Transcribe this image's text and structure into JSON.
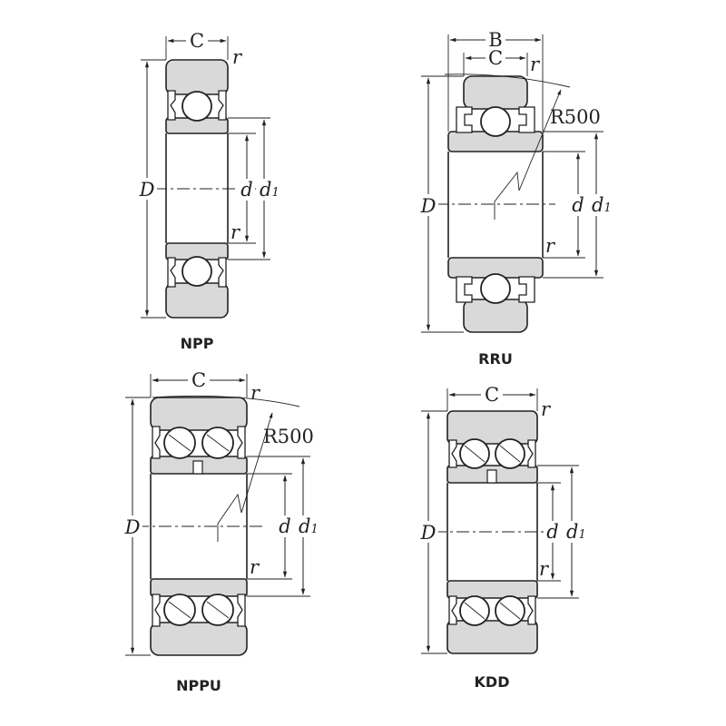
{
  "bearings": [
    {
      "id": "npp",
      "title": "NPP"
    },
    {
      "id": "rru",
      "title": "RRU"
    },
    {
      "id": "nppu",
      "title": "NPPU"
    },
    {
      "id": "kdd",
      "title": "KDD"
    }
  ],
  "labels": {
    "B": "B",
    "C": "C",
    "r": "r",
    "D": "D",
    "d": "d",
    "d1": "d",
    "d1_sub": "1",
    "R500": "R500"
  }
}
